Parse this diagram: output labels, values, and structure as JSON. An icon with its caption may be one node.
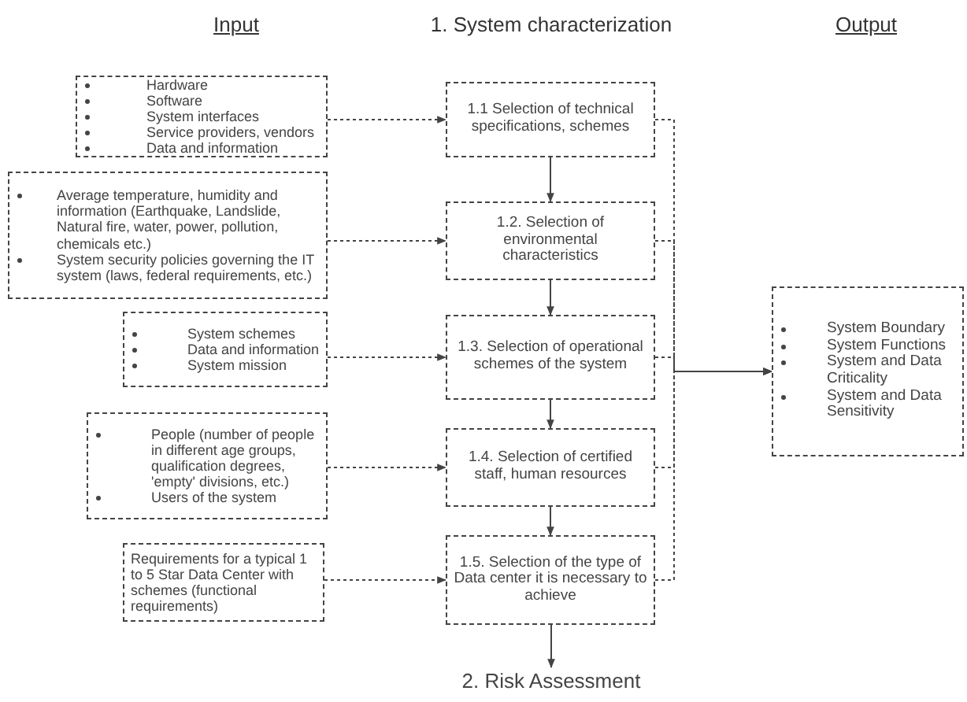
{
  "diagram": {
    "title": "1. System characterization",
    "nodes": [
      {
        "text": [
          "Hardware",
          "Software",
          "System interfaces",
          "Service providers, vendors",
          "Data and information"
        ]
      },
      {
        "text": [
          "Average temperature, humidity and information (Earthquake, Landslide, Natural fire, water, power, pollution, chemicals etc.)",
          "System security policies governing the IT system (laws, federal requirements, etc.)"
        ]
      },
      {
        "text": [
          "System schemes",
          "Data and information",
          "System mission"
        ]
      },
      {
        "text": [
          "People (number of people in different age groups, qualification degrees, 'empty' divisions, etc.)",
          "Users of the system"
        ]
      },
      {
        "text": [
          "Requirements for a typical 1 to 5 Star Data Center with schemes (functional requirements)"
        ]
      },
      {
        "text": [
          "1.1 Selection of technical specifications, schemes"
        ]
      },
      {
        "text": [
          "1.2. Selection of environmental characteristics"
        ]
      },
      {
        "text": [
          "1.3. Selection of operational schemes of the system"
        ]
      },
      {
        "text": [
          "1.4. Selection of certified staff, human resources"
        ]
      },
      {
        "text": [
          "1.5. Selection of the type of Data center it is necessary to achieve"
        ]
      },
      {
        "text": [
          "System Boundary",
          "System Functions",
          "System and Data Criticality",
          "System and Data Sensitivity"
        ]
      },
      {
        "text": [
          "2. Risk Assessment"
        ]
      }
    ],
    "edges": [
      {
        "from": 0,
        "to": 5,
        "arrow": "to",
        "style": "dashed"
      },
      {
        "from": 1,
        "to": 6,
        "arrow": "to",
        "style": "dashed"
      },
      {
        "from": 2,
        "to": 7,
        "arrow": "to",
        "style": "dashed"
      },
      {
        "from": 3,
        "to": 8,
        "arrow": "to",
        "style": "dashed"
      },
      {
        "from": 4,
        "to": 9,
        "arrow": "to",
        "style": "dashed"
      },
      {
        "from": 5,
        "to": 6,
        "arrow": "to"
      },
      {
        "from": 6,
        "to": 7,
        "arrow": "to"
      },
      {
        "from": 7,
        "to": 8,
        "arrow": "to"
      },
      {
        "from": 8,
        "to": 9,
        "arrow": "to"
      },
      {
        "from": 9,
        "to": 11,
        "arrow": "to"
      },
      {
        "from": 5,
        "to": 10,
        "arrow": "to",
        "style": "dashed"
      },
      {
        "from": 6,
        "to": 10,
        "arrow": "to",
        "style": "dashed"
      },
      {
        "from": 7,
        "to": 10,
        "arrow": "to",
        "style": "dashed"
      },
      {
        "from": 8,
        "to": 10,
        "arrow": "to",
        "style": "dashed"
      },
      {
        "from": 9,
        "to": 10,
        "arrow": "to",
        "style": "dashed"
      }
    ],
    "labels": [
      "Input",
      "Output"
    ]
  }
}
